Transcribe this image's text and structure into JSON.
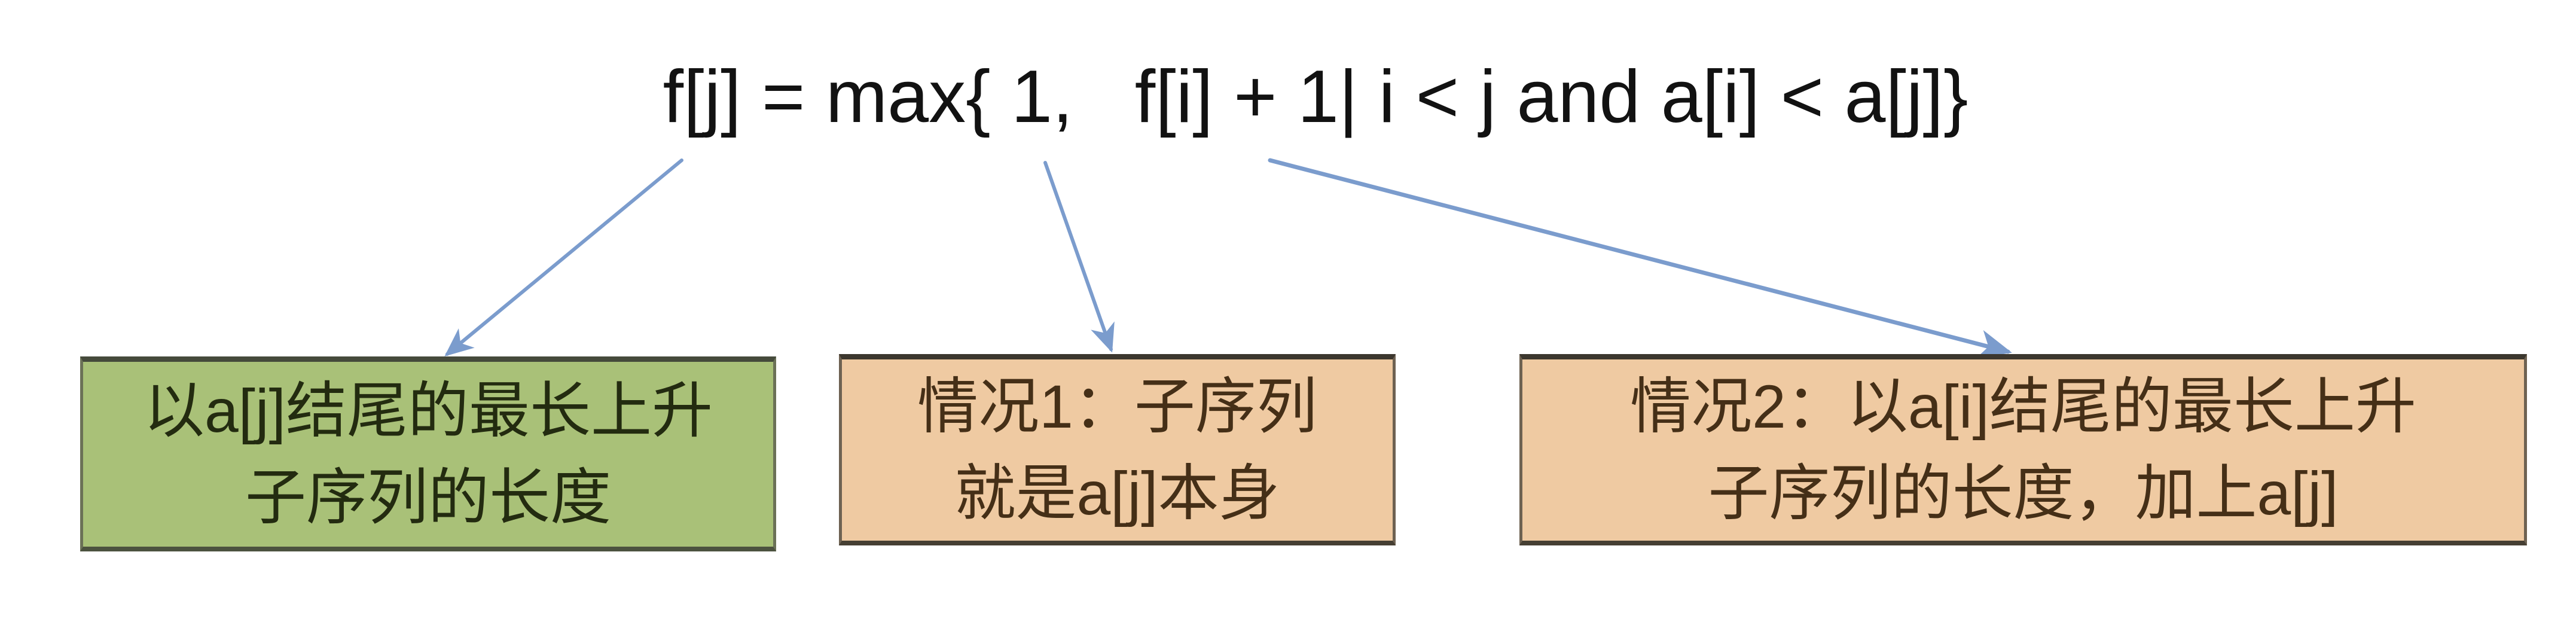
{
  "page": {
    "background_color": "#ffffff",
    "description_language": "zh-CN"
  },
  "formula": {
    "text": "f[j] = max{ 1,   f[i] + 1| i < j and a[i] < a[j]}",
    "color": "#121212"
  },
  "boxes": [
    {
      "id": "lis-definition",
      "line1": "以a[j]结尾的最长上升",
      "line2": "子序列的长度",
      "fill": "#a9c178",
      "border": "#6b7157",
      "text_color": "#232b10"
    },
    {
      "id": "case-1",
      "line1": "情况1：子序列",
      "line2": "就是a[j]本身",
      "fill": "#efcaa2",
      "border": "#6e6252",
      "text_color": "#452f17"
    },
    {
      "id": "case-2",
      "line1": "情况2：以a[i]结尾的最长上升",
      "line2": "子序列的长度，加上a[j]",
      "fill": "#efcaa2",
      "border": "#6e6252",
      "text_color": "#452f17"
    }
  ],
  "arrows": {
    "color": "#7b9ccd",
    "items": [
      {
        "name": "arrow-fj-to-definition-box",
        "from_term": "f[j]",
        "to_box": "lis-definition"
      },
      {
        "name": "arrow-one-to-case1-box",
        "from_term": "1,",
        "to_box": "case-1"
      },
      {
        "name": "arrow-fi-plus-1-to-case2-box",
        "from_term": "f[i] + 1",
        "to_box": "case-2"
      }
    ]
  }
}
